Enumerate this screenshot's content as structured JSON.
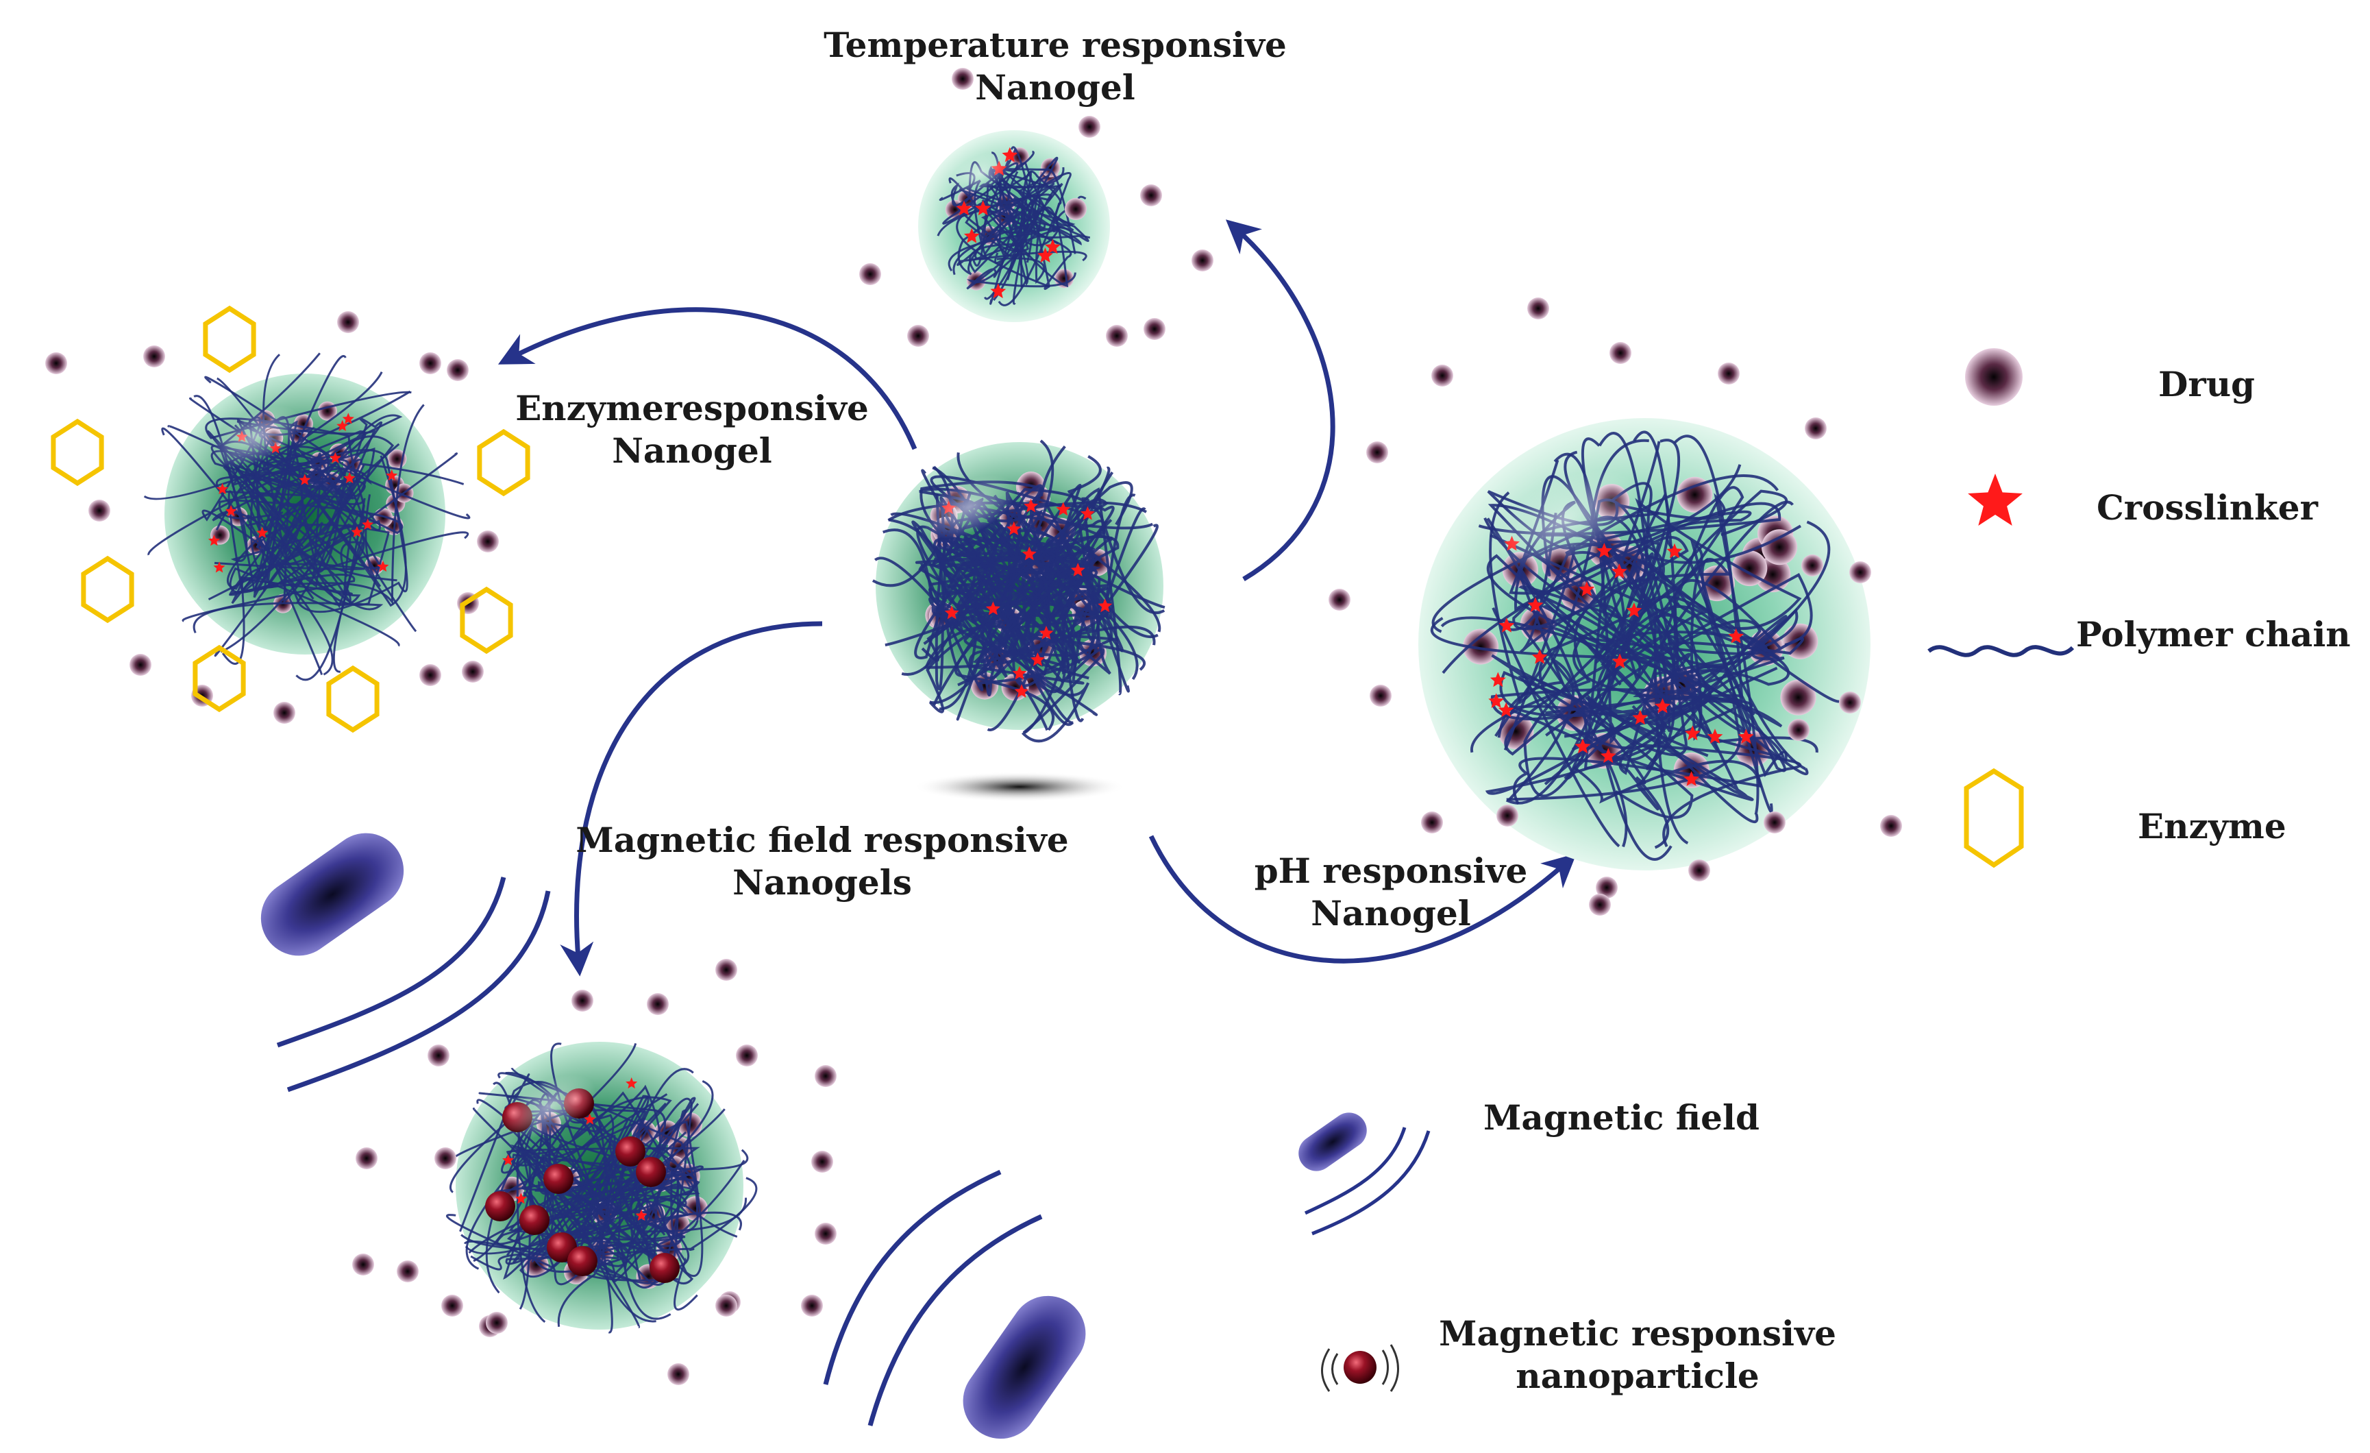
{
  "labels": {
    "temperature": [
      "Temperature responsive",
      "Nanogel"
    ],
    "enzyme": [
      "Enzymeresponsive",
      "Nanogel"
    ],
    "magnetic": [
      "Magnetic field responsive",
      "Nanogels"
    ],
    "ph": [
      "pH responsive",
      "Nanogel"
    ]
  },
  "legend": {
    "drug": "Drug",
    "crosslinker": "Crosslinker",
    "polymer_chain": "Polymer chain",
    "enzyme": "Enzyme",
    "magnetic_field": "Magnetic field",
    "magnetic_nanoparticle": [
      "Magnetic responsive",
      "nanoparticle"
    ]
  },
  "colors": {
    "arrow": "#26338a",
    "gel_core": "#1f7a4a",
    "gel_edge": "#bfe9d6",
    "drug": "#2a0a1a",
    "drug_halo": "#d9b8d0",
    "crosslinker": "#ff1a1a",
    "chain": "#22307a",
    "enzyme": "#f5c400",
    "magnet": "#5b57b0",
    "nanoparticle": "#8a0d1e"
  }
}
